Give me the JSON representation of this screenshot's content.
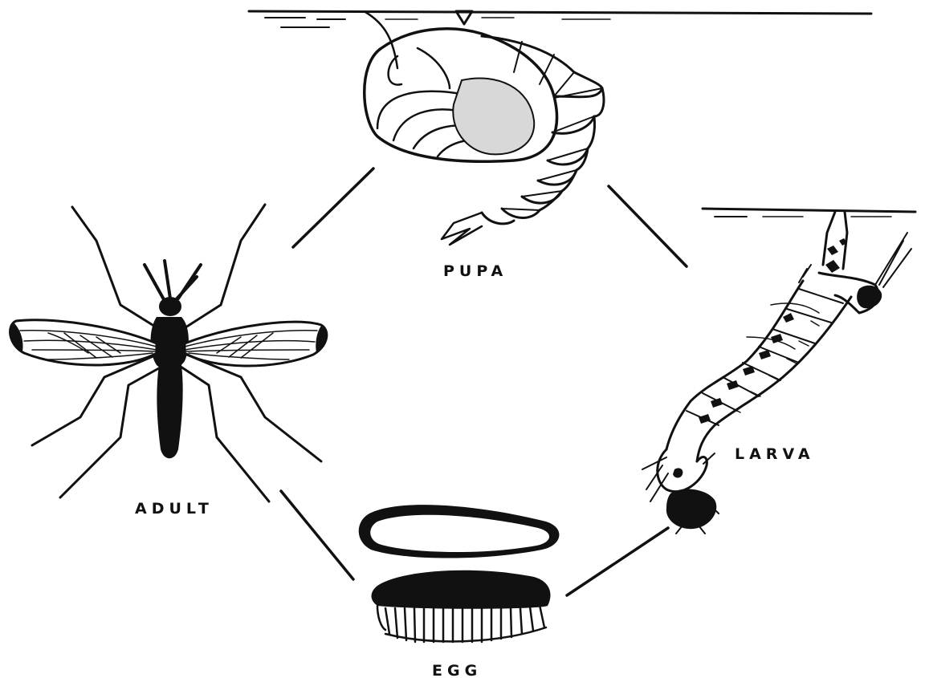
{
  "diagram": {
    "stages": [
      {
        "key": "pupa",
        "label": "PUPA"
      },
      {
        "key": "larva",
        "label": "LARVA"
      },
      {
        "key": "egg",
        "label": "EGG"
      },
      {
        "key": "adult",
        "label": "ADULT"
      }
    ],
    "colors": {
      "ink": "#111111",
      "background": "#ffffff",
      "shade": "#d8d8d8"
    }
  }
}
